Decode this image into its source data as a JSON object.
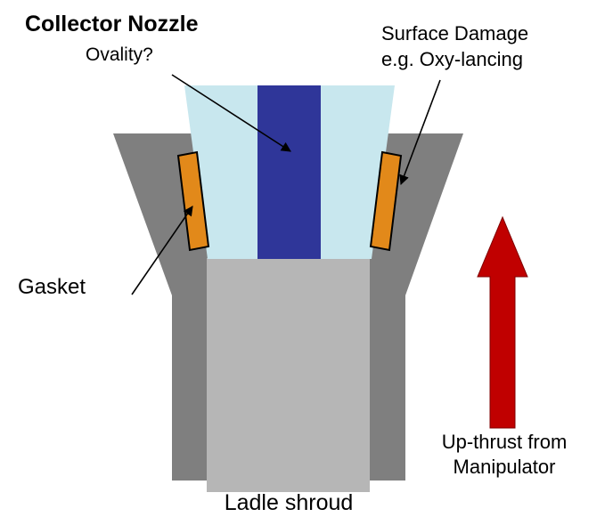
{
  "diagram": {
    "labels": {
      "collector_nozzle": "Collector Nozzle",
      "ovality": "Ovality?",
      "surface_damage_line1": "Surface Damage",
      "surface_damage_line2": "e.g. Oxy-lancing",
      "gasket": "Gasket",
      "ladle_shroud": "Ladle shroud",
      "upthrust_line1": "Up-thrust from",
      "upthrust_line2": "Manipulator"
    },
    "colors": {
      "background": "#ffffff",
      "shroud_body_gray": "#7f7f7f",
      "shroud_inner_gray": "#b6b6b6",
      "nozzle_light_blue": "#c8e7ee",
      "nozzle_bore_dark_blue": "#2f3699",
      "gasket_orange": "#e2891a",
      "upthrust_arrow_red": "#c00000",
      "annotation_line_black": "#000000"
    }
  }
}
